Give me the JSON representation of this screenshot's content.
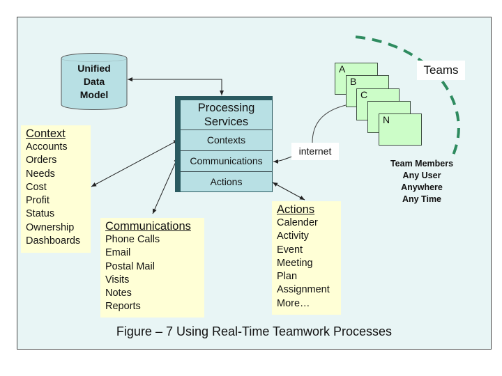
{
  "figure": {
    "caption": "Figure – 7  Using Real-Time Teamwork Processes"
  },
  "data_model": {
    "lines": [
      "Unified",
      "Data",
      "Model"
    ]
  },
  "processing": {
    "title_lines": [
      "Processing",
      "Services"
    ],
    "cells": [
      "Contexts",
      "Communications",
      "Actions"
    ]
  },
  "context_box": {
    "title": "Context",
    "items": [
      "Accounts",
      "Orders",
      "Needs",
      "Cost",
      "Profit",
      "Status",
      "Ownership",
      "Dashboards"
    ]
  },
  "communications_box": {
    "title": "Communications",
    "items": [
      "Phone Calls",
      "Email",
      "Postal Mail",
      "Visits",
      "Notes",
      "Reports"
    ]
  },
  "actions_box": {
    "title": "Actions",
    "items": [
      "Calender",
      "Activity",
      "Event",
      "Meeting",
      "Plan",
      "Assignment",
      "More…"
    ]
  },
  "network": {
    "label": "internet"
  },
  "teams": {
    "label": "Teams",
    "members": [
      "A",
      "B",
      "C",
      "",
      "N"
    ],
    "caption_lines": [
      "Team Members",
      "Any User",
      "Anywhere",
      "Any Time"
    ]
  },
  "colors": {
    "frame_bg": "#e8f5f5",
    "db_fill": "#b8e0e4",
    "proc_dark": "#2a5a60",
    "note_fill": "#ffffd6",
    "member_fill": "#ccfdc8",
    "teams_arc": "#2e8b5f"
  }
}
